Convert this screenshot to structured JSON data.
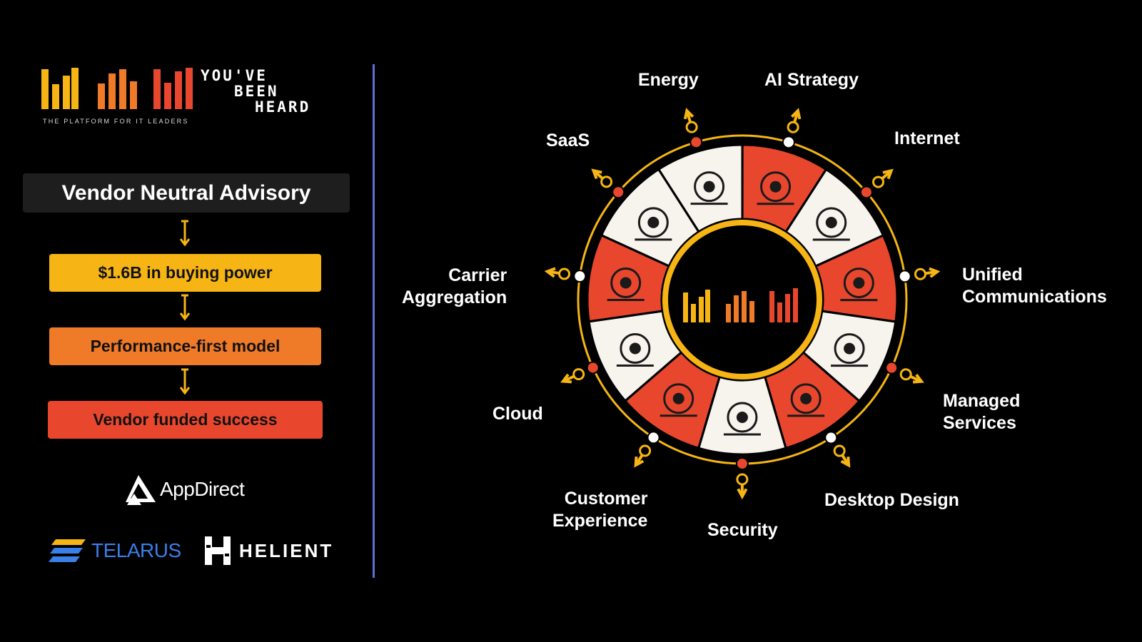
{
  "brand": {
    "wordmark_line1": "YOU'VE",
    "wordmark_line2": "BEEN",
    "wordmark_line3": "HEARD",
    "tagline": "THE PLATFORM FOR IT LEADERS",
    "colors": {
      "yellow": "#f6b514",
      "orange": "#ef7a28",
      "red": "#e8472e"
    }
  },
  "flow": {
    "title": "Vendor Neutral Advisory",
    "steps": [
      {
        "label": "$1.6B in buying power",
        "color": "#f6b514"
      },
      {
        "label": "Performance-first model",
        "color": "#ef7a28"
      },
      {
        "label": "Vendor funded success",
        "color": "#e8472e"
      }
    ]
  },
  "partners": {
    "appdirect": "AppDirect",
    "telarus": "TELARUS",
    "helient": "HELIENT"
  },
  "wheel": {
    "segments": [
      {
        "label": "Energy",
        "icon": "energy-hands-icon"
      },
      {
        "label": "AI Strategy",
        "icon": "ai-chip-icon"
      },
      {
        "label": "Internet",
        "icon": "globe-cursor-icon"
      },
      {
        "label": "Unified Communications",
        "line1": "Unified",
        "line2": "Communications",
        "icon": "chat-bubbles-icon"
      },
      {
        "label": "Managed Services",
        "line1": "Managed",
        "line2": "Services",
        "icon": "hand-gears-icon"
      },
      {
        "label": "Desktop Design",
        "icon": "desktop-database-icon"
      },
      {
        "label": "Security",
        "icon": "shield-lock-icon"
      },
      {
        "label": "Customer Experience",
        "line1": "Customer",
        "line2": "Experience",
        "icon": "customer-rating-icon"
      },
      {
        "label": "Cloud",
        "icon": "server-cloud-icon"
      },
      {
        "label": "Carrier Aggregation",
        "line1": "Carrier",
        "line2": "Aggregation",
        "icon": "database-aggregation-icon"
      },
      {
        "label": "SaaS",
        "icon": "cloud-gear-circuit-icon"
      }
    ]
  }
}
